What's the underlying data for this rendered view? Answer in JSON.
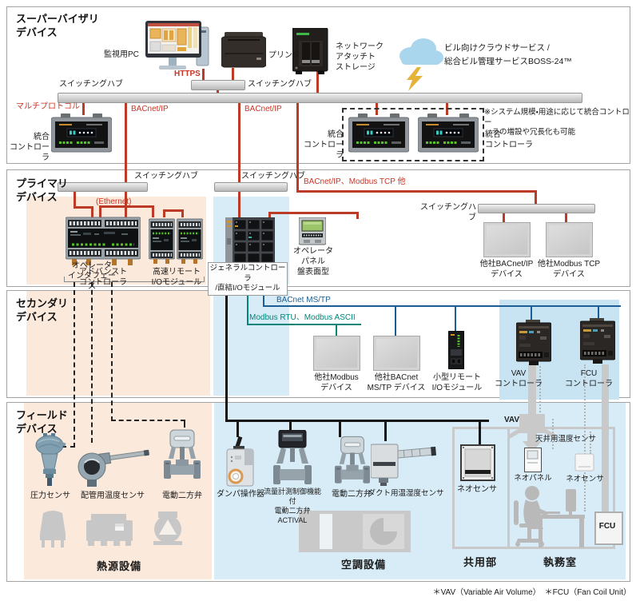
{
  "colors": {
    "line_red": "#bb3b27",
    "text_red": "#cc3322",
    "teal": "#008578",
    "blue": "#1b5d94",
    "black_line": "#161616",
    "peach": "#fbe9dc",
    "light_blue": "#d8ecf7",
    "panel_blue": "#c8e3f2",
    "silhouette_gray": "#c7c7c7",
    "hub_gray": "#c9c9c9",
    "led_green": "#57c22d"
  },
  "supervisory": {
    "title": "スーパーバイザリ\nデバイス",
    "pc": "監視用PC",
    "https": "HTTPS",
    "printer": "プリンタ",
    "nas": "ネットワーク\nアタッチト\nストレージ",
    "cloud": "ビル向けクラウドサービス /\n総合ビル管理サービスBOSS-24™",
    "hub_left": "スイッチングハブ",
    "hub_right": "スイッチングハブ",
    "multiprotocol": "マルチプロトコル",
    "bacnet_ip_1": "BACnet/IP",
    "bacnet_ip_2": "BACnet/IP",
    "controller_1": "統合\nコントローラ",
    "controller_2": "統合\nコントローラ",
    "controller_3": "統合\nコントローラ",
    "note": "※システム規模・用途に応じて統合コントロー\n　ラの増設や冗長化も可能"
  },
  "primary": {
    "title": "プライマリ\nデバイス",
    "hub_left": "スイッチングハブ",
    "hub_center": "スイッチングハブ",
    "hub_right": "スイッチングハブ",
    "ethernet": "(Ethernet)",
    "operator_interface": "オペレータ\nインタフェース",
    "advanced_controller": "アドバンスト\nコントローラ",
    "high_speed_io": "高速リモート\nI/Oモジュール",
    "general_controller": "ジェネラルコントローラ\n/直結I/Oモジュール",
    "operator_panel": "オペレータ\nパネル\n盤表面型",
    "protocol_right": "BACnet/IP、Modbus TCP 他",
    "other_bacnet": "他社BACnet/IP\nデバイス",
    "other_modbus": "他社Modbus TCP\nデバイス"
  },
  "secondary": {
    "title": "セカンダリ\nデバイス",
    "bacnet_mstp": "BACnet MS/TP",
    "modbus_rtu": "Modbus RTU、Modbus ASCII",
    "other_modbus": "他社Modbus\nデバイス",
    "other_bacnet": "他社BACnet\nMS/TP デバイス",
    "small_io": "小型リモート\nI/Oモジュール",
    "vav_controller": "VAV\nコントローラ",
    "fcu_controller": "FCU\nコントローラ"
  },
  "field": {
    "title": "フィールド\nデバイス",
    "pressure_sensor": "圧力センサ",
    "pipe_temp_sensor": "配管用温度センサ",
    "valve_heat": "電動二方弁",
    "damper_actuator": "ダンパ操作器",
    "actival": "流量計測制御機能付\n電動二方弁ACTIVAL",
    "valve_hvac": "電動二方弁",
    "duct_sensor": "ダクト用温湿度センサ",
    "neo_sensor_common": "ネオセンサ",
    "vav": "VAV",
    "ceiling_temp_sensor": "天井用温度センサ",
    "neo_panel": "ネオパネル",
    "neo_sensor_office": "ネオセンサ",
    "fcu": "FCU",
    "zone_heat": "熱源設備",
    "zone_hvac": "空調設備",
    "zone_common": "共用部",
    "zone_office": "執務室"
  },
  "footer": "＊VAV（Variable Air Volume）　＊FCU（Fan Coil Unit）"
}
